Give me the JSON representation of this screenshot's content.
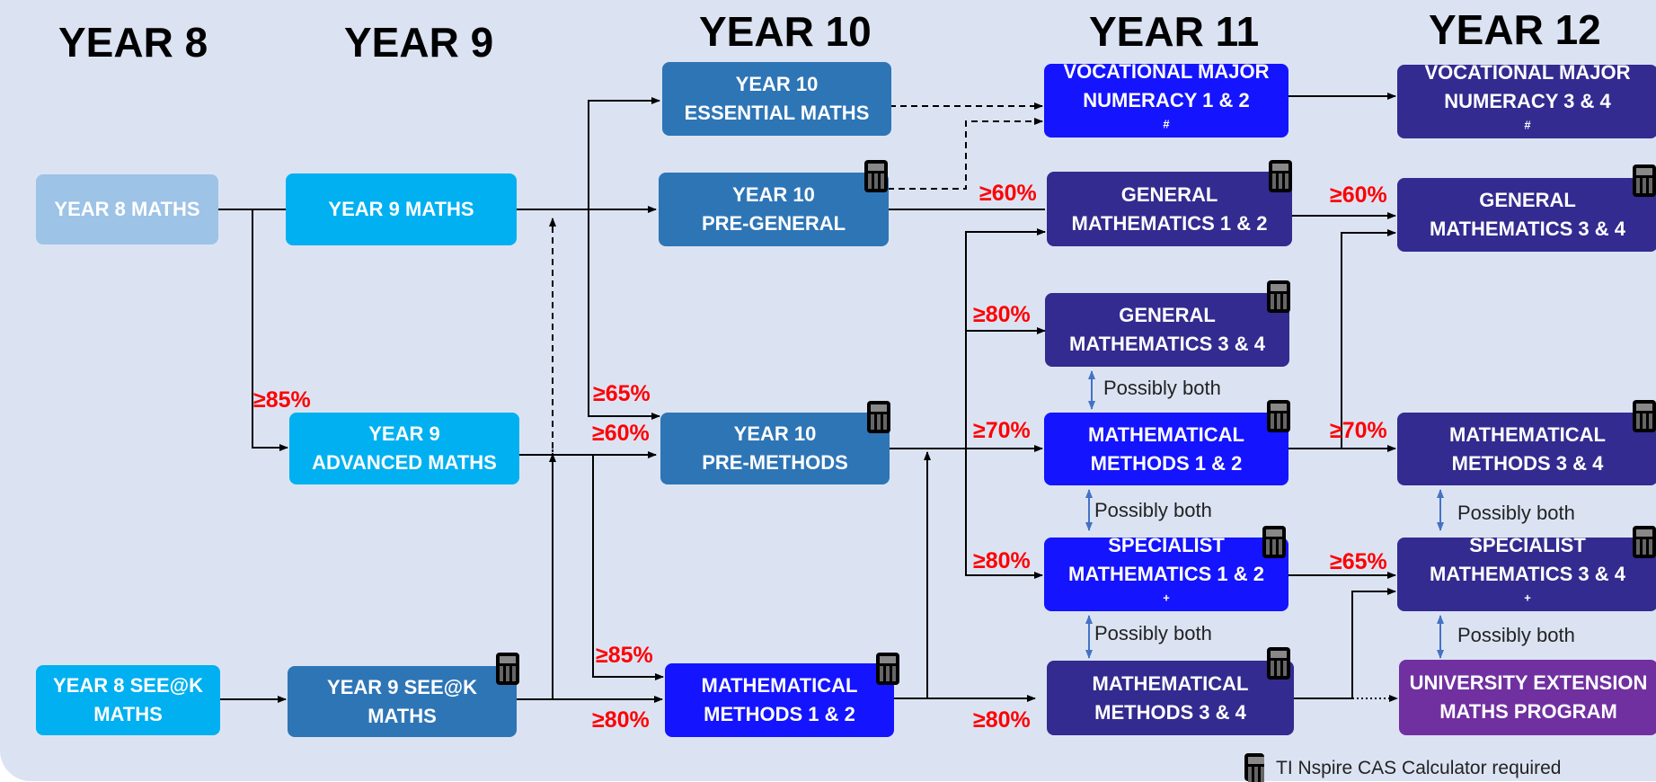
{
  "headers": {
    "year8": "YEAR 8",
    "year9": "YEAR 9",
    "year10": "YEAR 10",
    "year11": "YEAR 11",
    "year12": "YEAR 12"
  },
  "boxes": {
    "y8_maths": [
      "YEAR 8 MATHS"
    ],
    "y8_seek": [
      "YEAR 8 SEE@K",
      "MATHS"
    ],
    "y9_maths": [
      "YEAR 9 MATHS"
    ],
    "y9_advanced": [
      "YEAR 9",
      "ADVANCED  MATHS"
    ],
    "y9_seek": [
      "YEAR 9 SEE@K",
      "MATHS"
    ],
    "y10_essential": [
      "YEAR 10",
      "ESSENTIAL MATHS"
    ],
    "y10_pregeneral": [
      "YEAR 10",
      "PRE-GENERAL"
    ],
    "y10_premethods": [
      "YEAR 10",
      "PRE-METHODS"
    ],
    "y10_methods12": [
      "MATHEMATICAL",
      "METHODS 1 & 2"
    ],
    "y11_vocational": [
      "VOCATIONAL MAJOR",
      "NUMERACY 1 & 2"
    ],
    "y11_general12": [
      "GENERAL",
      "MATHEMATICS 1 & 2"
    ],
    "y11_general34": [
      "GENERAL",
      "MATHEMATICS 3 & 4"
    ],
    "y11_methods12": [
      "MATHEMATICAL",
      "METHODS 1 & 2"
    ],
    "y11_specialist12": [
      "SPECIALIST",
      "MATHEMATICS 1 & 2"
    ],
    "y11_methods34": [
      "MATHEMATICAL",
      "METHODS 3 & 4"
    ],
    "y12_vocational": [
      "VOCATIONAL MAJOR",
      "NUMERACY 3 & 4"
    ],
    "y12_general34": [
      "GENERAL",
      "MATHEMATICS 3 & 4"
    ],
    "y12_methods34": [
      "MATHEMATICAL",
      "METHODS 3 & 4"
    ],
    "y12_specialist34": [
      "SPECIALIST",
      "MATHEMATICS 3 & 4"
    ],
    "y12_university": [
      "UNIVERSITY EXTENSION",
      "MATHS PROGRAM"
    ]
  },
  "footnote_marks": {
    "hash": "#",
    "plus": "+"
  },
  "thresholds": {
    "adv85": "≥85%",
    "pm65": "≥65%",
    "pm60": "≥60%",
    "mm85": "≥85%",
    "mm80": "≥80%",
    "gm12_60": "≥60%",
    "gm34_80": "≥80%",
    "mm12_70": "≥70%",
    "sm12_80": "≥80%",
    "mm34_80": "≥80%",
    "y12gm_60": "≥60%",
    "y12mm_70": "≥70%",
    "y12sm_65": "≥65%"
  },
  "notes": {
    "both1": "Possibly both",
    "both2": "Possibly both",
    "both3": "Possibly both",
    "both4": "Possibly both",
    "both5": "Possibly both"
  },
  "legend": {
    "text": "TI Nspire CAS Calculator required"
  },
  "colors": {
    "panel": "#dbe3f3",
    "light_blue": "#9dc3e6",
    "cyan": "#00b0f0",
    "steel_blue": "#2e75b6",
    "bright_blue": "#1414ff",
    "dark_indigo": "#332b8f",
    "purple": "#7030a0",
    "threshold_red": "#ff0000"
  },
  "icons": [
    "calculator-icon"
  ]
}
